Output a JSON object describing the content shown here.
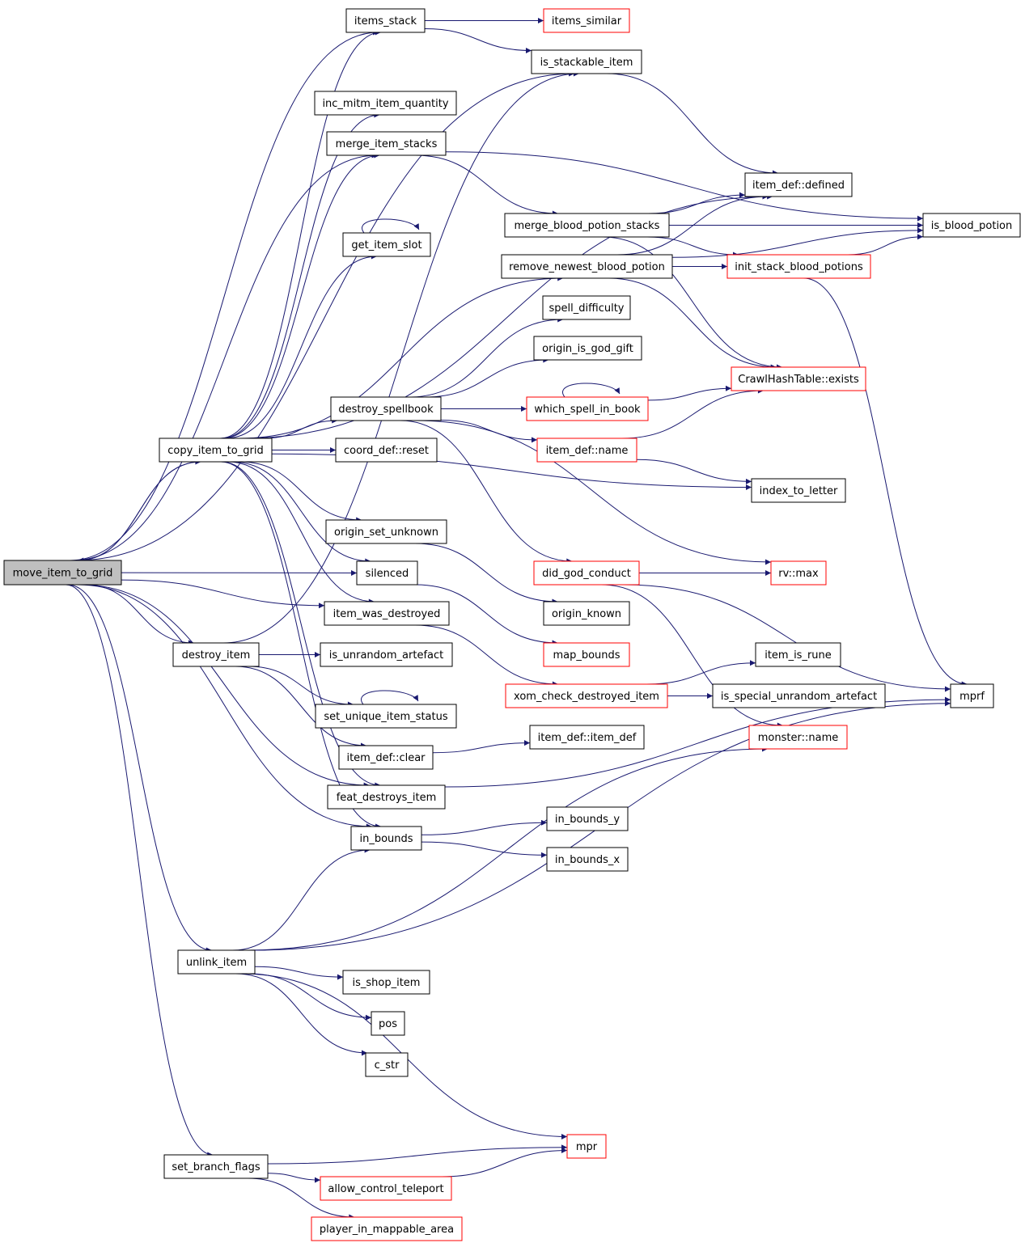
{
  "nodes": [
    {
      "id": "move_item_to_grid",
      "label": "move_item_to_grid",
      "style": "root"
    },
    {
      "id": "items_stack",
      "label": "items_stack",
      "style": "normal"
    },
    {
      "id": "items_similar",
      "label": "items_similar",
      "style": "red"
    },
    {
      "id": "is_stackable_item",
      "label": "is_stackable_item",
      "style": "normal"
    },
    {
      "id": "inc_mitm_item_quantity",
      "label": "inc_mitm_item_quantity",
      "style": "normal"
    },
    {
      "id": "merge_item_stacks",
      "label": "merge_item_stacks",
      "style": "normal"
    },
    {
      "id": "item_def_defined",
      "label": "item_def::defined",
      "style": "normal"
    },
    {
      "id": "merge_blood_potion_stacks",
      "label": "merge_blood_potion_stacks",
      "style": "normal"
    },
    {
      "id": "is_blood_potion",
      "label": "is_blood_potion",
      "style": "normal"
    },
    {
      "id": "get_item_slot",
      "label": "get_item_slot",
      "style": "normal"
    },
    {
      "id": "remove_newest_blood_potion",
      "label": "remove_newest_blood_potion",
      "style": "normal"
    },
    {
      "id": "init_stack_blood_potions",
      "label": "init_stack_blood_potions",
      "style": "red"
    },
    {
      "id": "spell_difficulty",
      "label": "spell_difficulty",
      "style": "normal"
    },
    {
      "id": "origin_is_god_gift",
      "label": "origin_is_god_gift",
      "style": "normal"
    },
    {
      "id": "crawl_hash_exists",
      "label": "CrawlHashTable::exists",
      "style": "red"
    },
    {
      "id": "destroy_spellbook",
      "label": "destroy_spellbook",
      "style": "normal"
    },
    {
      "id": "which_spell_in_book",
      "label": "which_spell_in_book",
      "style": "red"
    },
    {
      "id": "copy_item_to_grid",
      "label": "copy_item_to_grid",
      "style": "normal"
    },
    {
      "id": "coord_def_reset",
      "label": "coord_def::reset",
      "style": "normal"
    },
    {
      "id": "item_def_name",
      "label": "item_def::name",
      "style": "red"
    },
    {
      "id": "index_to_letter",
      "label": "index_to_letter",
      "style": "normal"
    },
    {
      "id": "origin_set_unknown",
      "label": "origin_set_unknown",
      "style": "normal"
    },
    {
      "id": "silenced",
      "label": "silenced",
      "style": "normal"
    },
    {
      "id": "did_god_conduct",
      "label": "did_god_conduct",
      "style": "red"
    },
    {
      "id": "rv_max",
      "label": "rv::max",
      "style": "red"
    },
    {
      "id": "item_was_destroyed",
      "label": "item_was_destroyed",
      "style": "normal"
    },
    {
      "id": "origin_known",
      "label": "origin_known",
      "style": "normal"
    },
    {
      "id": "destroy_item",
      "label": "destroy_item",
      "style": "normal"
    },
    {
      "id": "is_unrandom_artefact",
      "label": "is_unrandom_artefact",
      "style": "normal"
    },
    {
      "id": "map_bounds",
      "label": "map_bounds",
      "style": "red"
    },
    {
      "id": "item_is_rune",
      "label": "item_is_rune",
      "style": "normal"
    },
    {
      "id": "xom_check_destroyed_item",
      "label": "xom_check_destroyed_item",
      "style": "red"
    },
    {
      "id": "is_special_unrandom_artefact",
      "label": "is_special_unrandom_artefact",
      "style": "normal"
    },
    {
      "id": "mprf",
      "label": "mprf",
      "style": "normal"
    },
    {
      "id": "set_unique_item_status",
      "label": "set_unique_item_status",
      "style": "normal"
    },
    {
      "id": "item_def_item_def",
      "label": "item_def::item_def",
      "style": "normal"
    },
    {
      "id": "monster_name",
      "label": "monster::name",
      "style": "red"
    },
    {
      "id": "item_def_clear",
      "label": "item_def::clear",
      "style": "normal"
    },
    {
      "id": "feat_destroys_item",
      "label": "feat_destroys_item",
      "style": "normal"
    },
    {
      "id": "in_bounds_y",
      "label": "in_bounds_y",
      "style": "normal"
    },
    {
      "id": "in_bounds",
      "label": "in_bounds",
      "style": "normal"
    },
    {
      "id": "in_bounds_x",
      "label": "in_bounds_x",
      "style": "normal"
    },
    {
      "id": "unlink_item",
      "label": "unlink_item",
      "style": "normal"
    },
    {
      "id": "is_shop_item",
      "label": "is_shop_item",
      "style": "normal"
    },
    {
      "id": "pos",
      "label": "pos",
      "style": "normal"
    },
    {
      "id": "c_str",
      "label": "c_str",
      "style": "normal"
    },
    {
      "id": "mpr",
      "label": "mpr",
      "style": "red"
    },
    {
      "id": "set_branch_flags",
      "label": "set_branch_flags",
      "style": "normal"
    },
    {
      "id": "allow_control_teleport",
      "label": "allow_control_teleport",
      "style": "red"
    },
    {
      "id": "player_in_mappable_area",
      "label": "player_in_mappable_area",
      "style": "red"
    }
  ],
  "edges": [
    [
      "move_item_to_grid",
      "items_stack"
    ],
    [
      "move_item_to_grid",
      "is_stackable_item"
    ],
    [
      "move_item_to_grid",
      "merge_item_stacks"
    ],
    [
      "move_item_to_grid",
      "copy_item_to_grid"
    ],
    [
      "move_item_to_grid",
      "silenced"
    ],
    [
      "move_item_to_grid",
      "item_was_destroyed"
    ],
    [
      "move_item_to_grid",
      "destroy_item"
    ],
    [
      "move_item_to_grid",
      "feat_destroys_item"
    ],
    [
      "move_item_to_grid",
      "in_bounds"
    ],
    [
      "move_item_to_grid",
      "unlink_item"
    ],
    [
      "move_item_to_grid",
      "set_branch_flags"
    ],
    [
      "items_stack",
      "items_similar"
    ],
    [
      "items_stack",
      "is_stackable_item"
    ],
    [
      "is_stackable_item",
      "item_def_defined"
    ],
    [
      "merge_item_stacks",
      "is_blood_potion"
    ],
    [
      "merge_item_stacks",
      "merge_blood_potion_stacks"
    ],
    [
      "merge_blood_potion_stacks",
      "item_def_defined"
    ],
    [
      "merge_blood_potion_stacks",
      "is_blood_potion"
    ],
    [
      "merge_blood_potion_stacks",
      "init_stack_blood_potions"
    ],
    [
      "merge_blood_potion_stacks",
      "crawl_hash_exists"
    ],
    [
      "remove_newest_blood_potion",
      "item_def_defined"
    ],
    [
      "remove_newest_blood_potion",
      "init_stack_blood_potions"
    ],
    [
      "remove_newest_blood_potion",
      "is_blood_potion"
    ],
    [
      "remove_newest_blood_potion",
      "crawl_hash_exists"
    ],
    [
      "init_stack_blood_potions",
      "is_blood_potion"
    ],
    [
      "init_stack_blood_potions",
      "mprf"
    ],
    [
      "get_item_slot",
      "get_item_slot"
    ],
    [
      "copy_item_to_grid",
      "items_stack"
    ],
    [
      "copy_item_to_grid",
      "inc_mitm_item_quantity"
    ],
    [
      "copy_item_to_grid",
      "merge_item_stacks"
    ],
    [
      "copy_item_to_grid",
      "item_def_defined"
    ],
    [
      "copy_item_to_grid",
      "get_item_slot"
    ],
    [
      "copy_item_to_grid",
      "remove_newest_blood_potion"
    ],
    [
      "copy_item_to_grid",
      "destroy_spellbook"
    ],
    [
      "copy_item_to_grid",
      "coord_def_reset"
    ],
    [
      "copy_item_to_grid",
      "index_to_letter"
    ],
    [
      "copy_item_to_grid",
      "origin_set_unknown"
    ],
    [
      "copy_item_to_grid",
      "silenced"
    ],
    [
      "copy_item_to_grid",
      "item_was_destroyed"
    ],
    [
      "copy_item_to_grid",
      "feat_destroys_item"
    ],
    [
      "copy_item_to_grid",
      "in_bounds"
    ],
    [
      "copy_item_to_grid",
      "move_item_to_grid"
    ],
    [
      "destroy_spellbook",
      "spell_difficulty"
    ],
    [
      "destroy_spellbook",
      "origin_is_god_gift"
    ],
    [
      "destroy_spellbook",
      "which_spell_in_book"
    ],
    [
      "destroy_spellbook",
      "item_def_name"
    ],
    [
      "destroy_spellbook",
      "did_god_conduct"
    ],
    [
      "destroy_spellbook",
      "rv_max"
    ],
    [
      "which_spell_in_book",
      "which_spell_in_book"
    ],
    [
      "which_spell_in_book",
      "crawl_hash_exists"
    ],
    [
      "item_def_name",
      "crawl_hash_exists"
    ],
    [
      "item_def_name",
      "index_to_letter"
    ],
    [
      "origin_set_unknown",
      "origin_known"
    ],
    [
      "silenced",
      "map_bounds"
    ],
    [
      "did_god_conduct",
      "rv_max"
    ],
    [
      "did_god_conduct",
      "mprf"
    ],
    [
      "did_god_conduct",
      "monster_name"
    ],
    [
      "item_was_destroyed",
      "xom_check_destroyed_item"
    ],
    [
      "xom_check_destroyed_item",
      "item_is_rune"
    ],
    [
      "xom_check_destroyed_item",
      "is_special_unrandom_artefact"
    ],
    [
      "destroy_item",
      "is_stackable_item"
    ],
    [
      "destroy_item",
      "is_unrandom_artefact"
    ],
    [
      "destroy_item",
      "set_unique_item_status"
    ],
    [
      "destroy_item",
      "item_def_clear"
    ],
    [
      "set_unique_item_status",
      "set_unique_item_status"
    ],
    [
      "item_def_clear",
      "item_def_item_def"
    ],
    [
      "feat_destroys_item",
      "mprf"
    ],
    [
      "in_bounds",
      "in_bounds_y"
    ],
    [
      "in_bounds",
      "in_bounds_x"
    ],
    [
      "unlink_item",
      "in_bounds"
    ],
    [
      "unlink_item",
      "monster_name"
    ],
    [
      "unlink_item",
      "mprf"
    ],
    [
      "unlink_item",
      "is_shop_item"
    ],
    [
      "unlink_item",
      "pos"
    ],
    [
      "unlink_item",
      "c_str"
    ],
    [
      "unlink_item",
      "mpr"
    ],
    [
      "set_branch_flags",
      "mpr"
    ],
    [
      "set_branch_flags",
      "allow_control_teleport"
    ],
    [
      "set_branch_flags",
      "player_in_mappable_area"
    ],
    [
      "allow_control_teleport",
      "mpr"
    ]
  ],
  "colors": {
    "edge": "#191970",
    "root_fill": "#bfbfbf",
    "node_fill": "#ffffff",
    "node_border": "#000000",
    "red_border": "#ff0000",
    "text": "#000000"
  }
}
